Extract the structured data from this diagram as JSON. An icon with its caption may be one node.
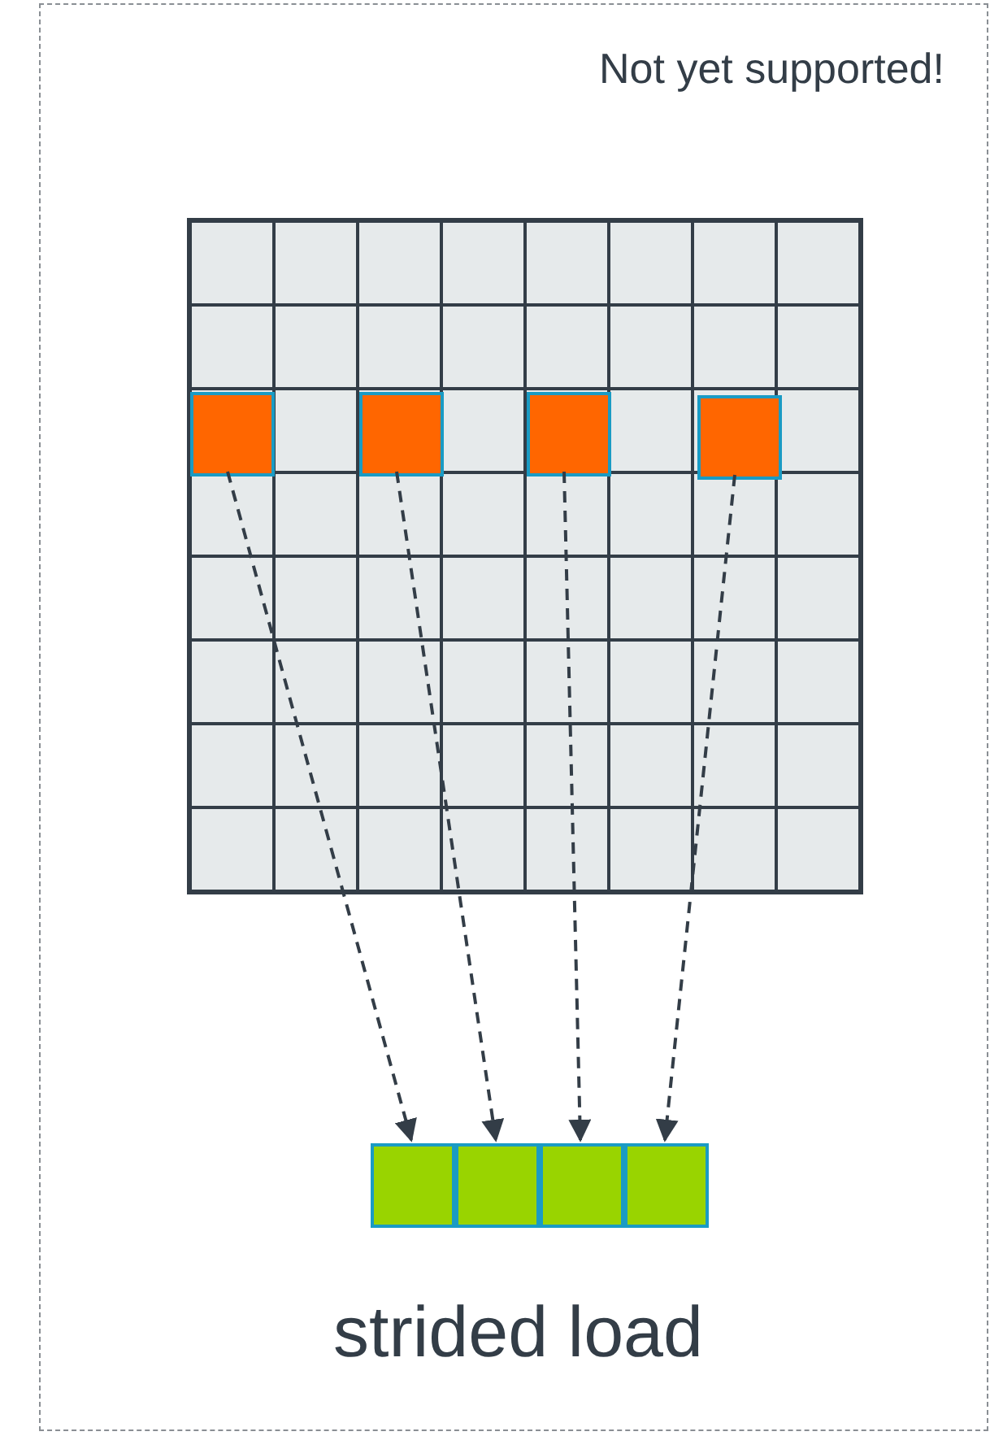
{
  "diagram": {
    "nodes": [
      {
        "text": [
          "Not yet supported!"
        ]
      },
      {
        "text": [],
        "shape": "grid",
        "in": 0
      },
      {
        "text": [],
        "shape": "box",
        "in": 1
      },
      {
        "text": [],
        "shape": "box",
        "in": 1
      },
      {
        "text": [],
        "shape": "box",
        "in": 1
      },
      {
        "text": [],
        "shape": "box",
        "in": 1
      },
      {
        "text": [],
        "shape": "box",
        "in": 0
      },
      {
        "text": [],
        "shape": "box",
        "in": 0
      },
      {
        "text": [],
        "shape": "box",
        "in": 0
      },
      {
        "text": [],
        "shape": "box",
        "in": 0
      }
    ],
    "edges": [
      {
        "from": 2,
        "to": 6,
        "arrow": "to",
        "style": "dashed"
      },
      {
        "from": 3,
        "to": 7,
        "arrow": "to",
        "style": "dashed"
      },
      {
        "from": 4,
        "to": 8,
        "arrow": "to",
        "style": "dashed"
      },
      {
        "from": 5,
        "to": 9,
        "arrow": "to",
        "style": "dashed"
      }
    ],
    "labels": [
      "strided load"
    ]
  }
}
